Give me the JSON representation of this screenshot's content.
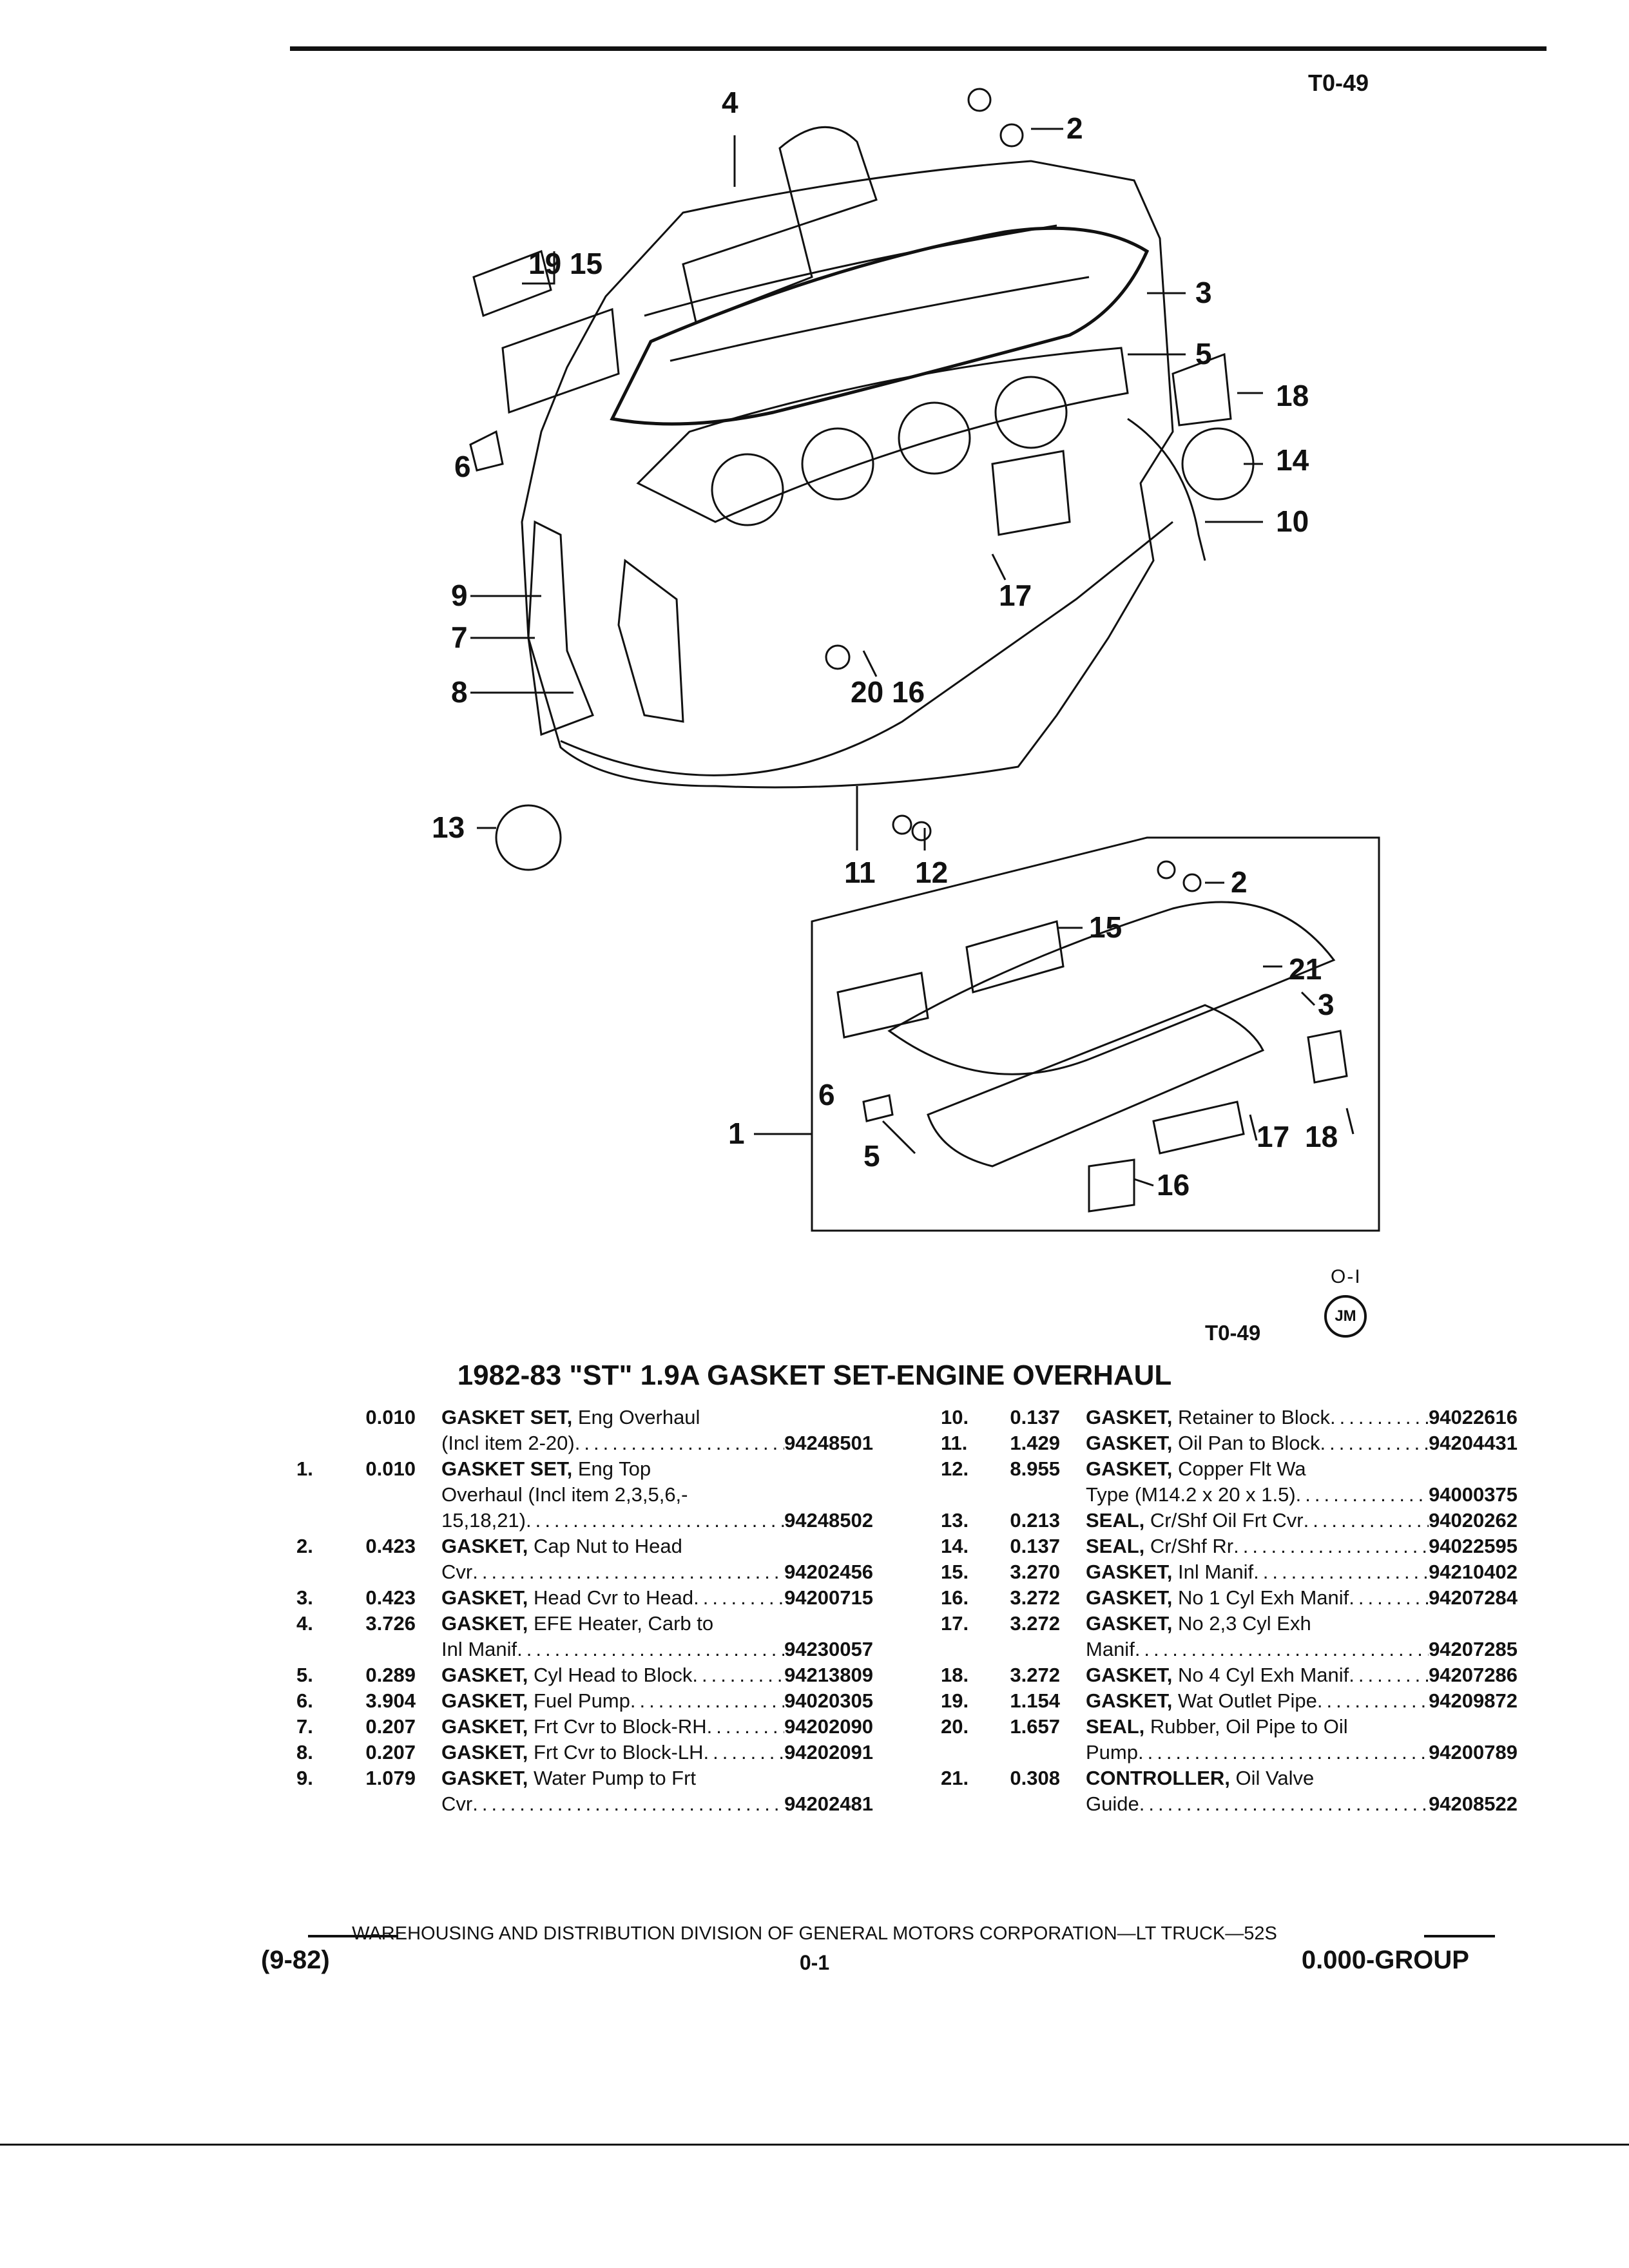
{
  "header": {
    "code": "T0-49"
  },
  "diagram": {
    "callouts_main": [
      "4",
      "2",
      "19 15",
      "3",
      "5",
      "18",
      "6",
      "14",
      "10",
      "17",
      "9",
      "7",
      "8",
      "20 16",
      "13",
      "11",
      "12"
    ],
    "callouts_inset": [
      "2",
      "15",
      "21",
      "3",
      "6",
      "1",
      "5",
      "17",
      "18",
      "16"
    ],
    "code_below": "T0-49",
    "small_code": "O-I",
    "logo_text": "JM"
  },
  "title": "1982-83 \"ST\" 1.9A GASKET SET-ENGINE OVERHAUL",
  "parts_left": [
    {
      "num": "",
      "qty": "0.010",
      "lines": [
        {
          "name": "GASKET SET,",
          "text": " Eng Overhaul",
          "pn": ""
        },
        {
          "name": "",
          "text": "(Incl item 2-20)",
          "pn": "94248501"
        }
      ]
    },
    {
      "num": "1.",
      "qty": "0.010",
      "lines": [
        {
          "name": "GASKET SET,",
          "text": " Eng Top",
          "pn": ""
        },
        {
          "name": "",
          "text": "Overhaul (Incl item 2,3,5,6,-",
          "pn": ""
        },
        {
          "name": "",
          "text": "15,18,21)",
          "pn": "94248502"
        }
      ]
    },
    {
      "num": "2.",
      "qty": "0.423",
      "lines": [
        {
          "name": "GASKET,",
          "text": " Cap Nut to Head",
          "pn": ""
        },
        {
          "name": "",
          "text": "Cvr",
          "pn": "94202456"
        }
      ]
    },
    {
      "num": "3.",
      "qty": "0.423",
      "lines": [
        {
          "name": "GASKET,",
          "text": " Head Cvr to Head",
          "pn": "94200715"
        }
      ]
    },
    {
      "num": "4.",
      "qty": "3.726",
      "lines": [
        {
          "name": "GASKET,",
          "text": " EFE Heater, Carb to",
          "pn": ""
        },
        {
          "name": "",
          "text": "Inl Manif",
          "pn": "94230057"
        }
      ]
    },
    {
      "num": "5.",
      "qty": "0.289",
      "lines": [
        {
          "name": "GASKET,",
          "text": " Cyl Head to Block",
          "pn": "94213809"
        }
      ]
    },
    {
      "num": "6.",
      "qty": "3.904",
      "lines": [
        {
          "name": "GASKET,",
          "text": " Fuel Pump",
          "pn": "94020305"
        }
      ]
    },
    {
      "num": "7.",
      "qty": "0.207",
      "lines": [
        {
          "name": "GASKET,",
          "text": " Frt Cvr to Block-RH",
          "pn": "94202090"
        }
      ]
    },
    {
      "num": "8.",
      "qty": "0.207",
      "lines": [
        {
          "name": "GASKET,",
          "text": " Frt Cvr to Block-LH",
          "pn": "94202091"
        }
      ]
    },
    {
      "num": "9.",
      "qty": "1.079",
      "lines": [
        {
          "name": "GASKET,",
          "text": " Water Pump to Frt",
          "pn": ""
        },
        {
          "name": "",
          "text": "Cvr",
          "pn": "94202481"
        }
      ]
    }
  ],
  "parts_right": [
    {
      "num": "10.",
      "qty": "0.137",
      "lines": [
        {
          "name": "GASKET,",
          "text": " Retainer to Block",
          "pn": "94022616"
        }
      ]
    },
    {
      "num": "11.",
      "qty": "1.429",
      "lines": [
        {
          "name": "GASKET,",
          "text": " Oil Pan to Block",
          "pn": "94204431"
        }
      ]
    },
    {
      "num": "12.",
      "qty": "8.955",
      "lines": [
        {
          "name": "GASKET,",
          "text": " Copper Flt Wa",
          "pn": ""
        },
        {
          "name": "",
          "text": "Type (M14.2 x 20 x 1.5)",
          "pn": "94000375"
        }
      ]
    },
    {
      "num": "13.",
      "qty": "0.213",
      "lines": [
        {
          "name": "SEAL,",
          "text": " Cr/Shf Oil Frt Cvr",
          "pn": "94020262"
        }
      ]
    },
    {
      "num": "14.",
      "qty": "0.137",
      "lines": [
        {
          "name": "SEAL,",
          "text": " Cr/Shf Rr",
          "pn": "94022595"
        }
      ]
    },
    {
      "num": "15.",
      "qty": "3.270",
      "lines": [
        {
          "name": "GASKET,",
          "text": " Inl Manif",
          "pn": "94210402"
        }
      ]
    },
    {
      "num": "16.",
      "qty": "3.272",
      "lines": [
        {
          "name": "GASKET,",
          "text": " No 1 Cyl Exh Manif",
          "pn": "94207284"
        }
      ]
    },
    {
      "num": "17.",
      "qty": "3.272",
      "lines": [
        {
          "name": "GASKET,",
          "text": " No 2,3 Cyl Exh",
          "pn": ""
        },
        {
          "name": "",
          "text": "Manif",
          "pn": "94207285"
        }
      ]
    },
    {
      "num": "18.",
      "qty": "3.272",
      "lines": [
        {
          "name": "GASKET,",
          "text": " No 4 Cyl Exh Manif",
          "pn": "94207286"
        }
      ]
    },
    {
      "num": "19.",
      "qty": "1.154",
      "lines": [
        {
          "name": "GASKET,",
          "text": " Wat Outlet Pipe",
          "pn": "94209872"
        }
      ]
    },
    {
      "num": "20.",
      "qty": "1.657",
      "lines": [
        {
          "name": "SEAL,",
          "text": " Rubber, Oil Pipe to Oil",
          "pn": ""
        },
        {
          "name": "",
          "text": "Pump",
          "pn": "94200789"
        }
      ]
    },
    {
      "num": "21.",
      "qty": "0.308",
      "lines": [
        {
          "name": "CONTROLLER,",
          "text": " Oil Valve",
          "pn": ""
        },
        {
          "name": "",
          "text": "Guide",
          "pn": "94208522"
        }
      ]
    }
  ],
  "footer": {
    "division": "WAREHOUSING AND DISTRIBUTION  DIVISION OF GENERAL MOTORS CORPORATION—LT TRUCK—52S",
    "date": "(9-82)",
    "page": "0-1",
    "group": "0.000-GROUP"
  }
}
